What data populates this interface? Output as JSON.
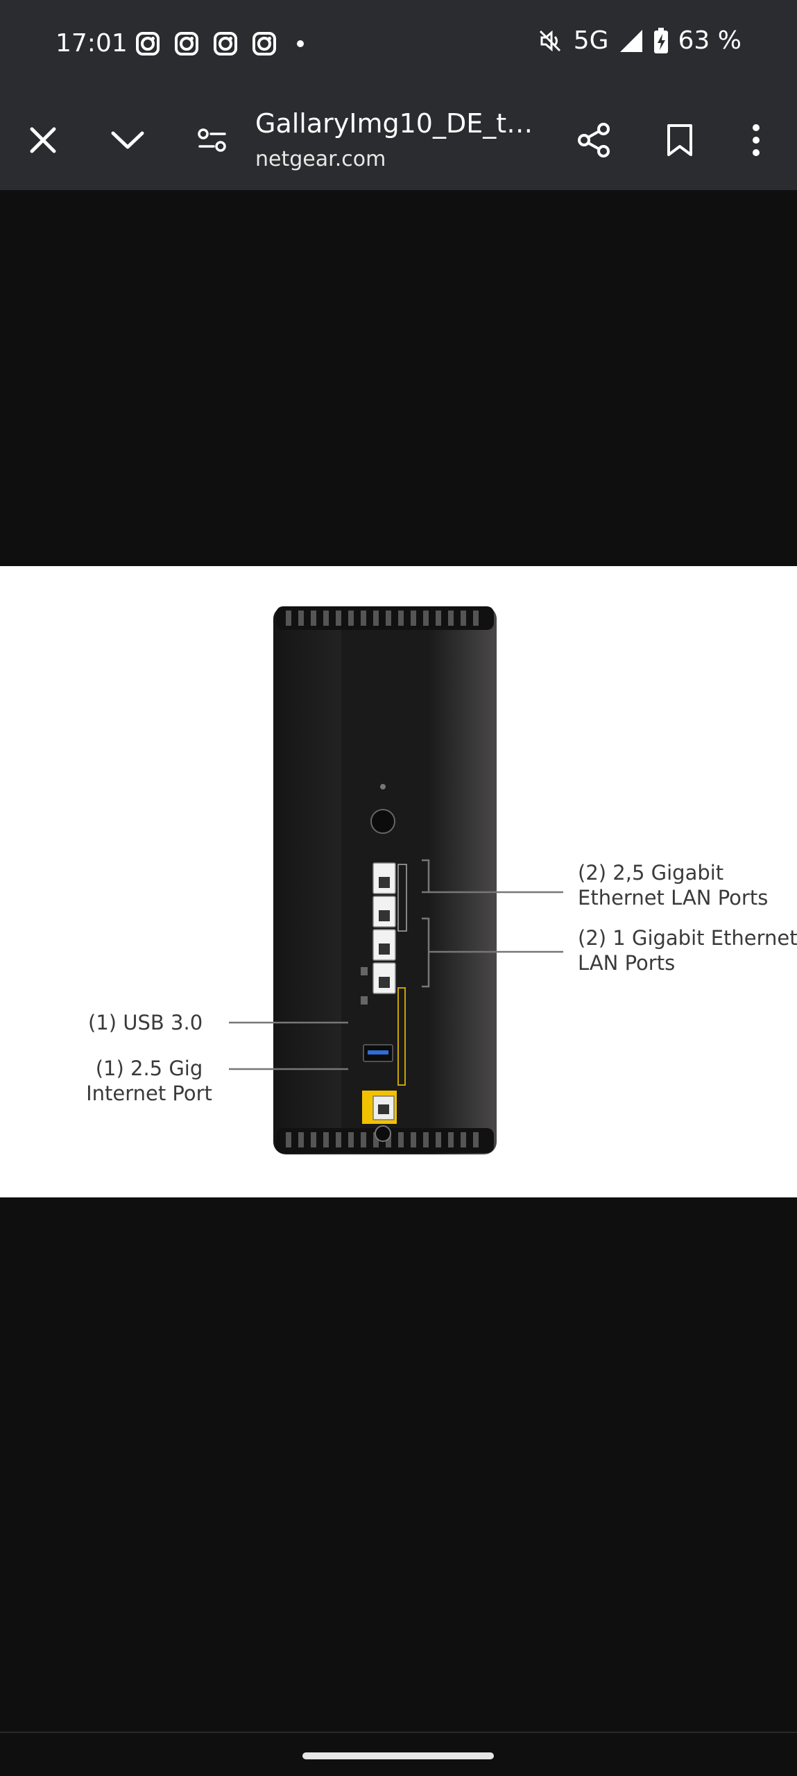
{
  "status_bar": {
    "time": "17:01",
    "network": "5G",
    "battery": "63 %",
    "icons": [
      "instagram-icon",
      "instagram-icon",
      "instagram-icon",
      "instagram-icon",
      "dot",
      "mute-icon",
      "signal-icon",
      "battery-icon"
    ]
  },
  "toolbar": {
    "title": "GallaryImg10_DE_tcm...",
    "url": "netgear.com",
    "icons": [
      "close-icon",
      "chevron-down-icon",
      "site-settings-icon",
      "share-icon",
      "bookmark-icon",
      "more-icon"
    ]
  },
  "image": {
    "labels": {
      "lan_25_line1": "(2) 2,5 Gigabit",
      "lan_25_line2": "Ethernet LAN Ports",
      "lan_1_line1": "(2) 1 Gigabit Ethernet",
      "lan_1_line2": "LAN Ports",
      "usb": "(1) USB 3.0",
      "internet_line1": "(1) 2.5 Gig",
      "internet_line2": "Internet Port"
    },
    "colors": {
      "router_body": "#1e1e1e",
      "internet_port": "#f2c200",
      "usb_port": "#2d6ed8"
    }
  }
}
